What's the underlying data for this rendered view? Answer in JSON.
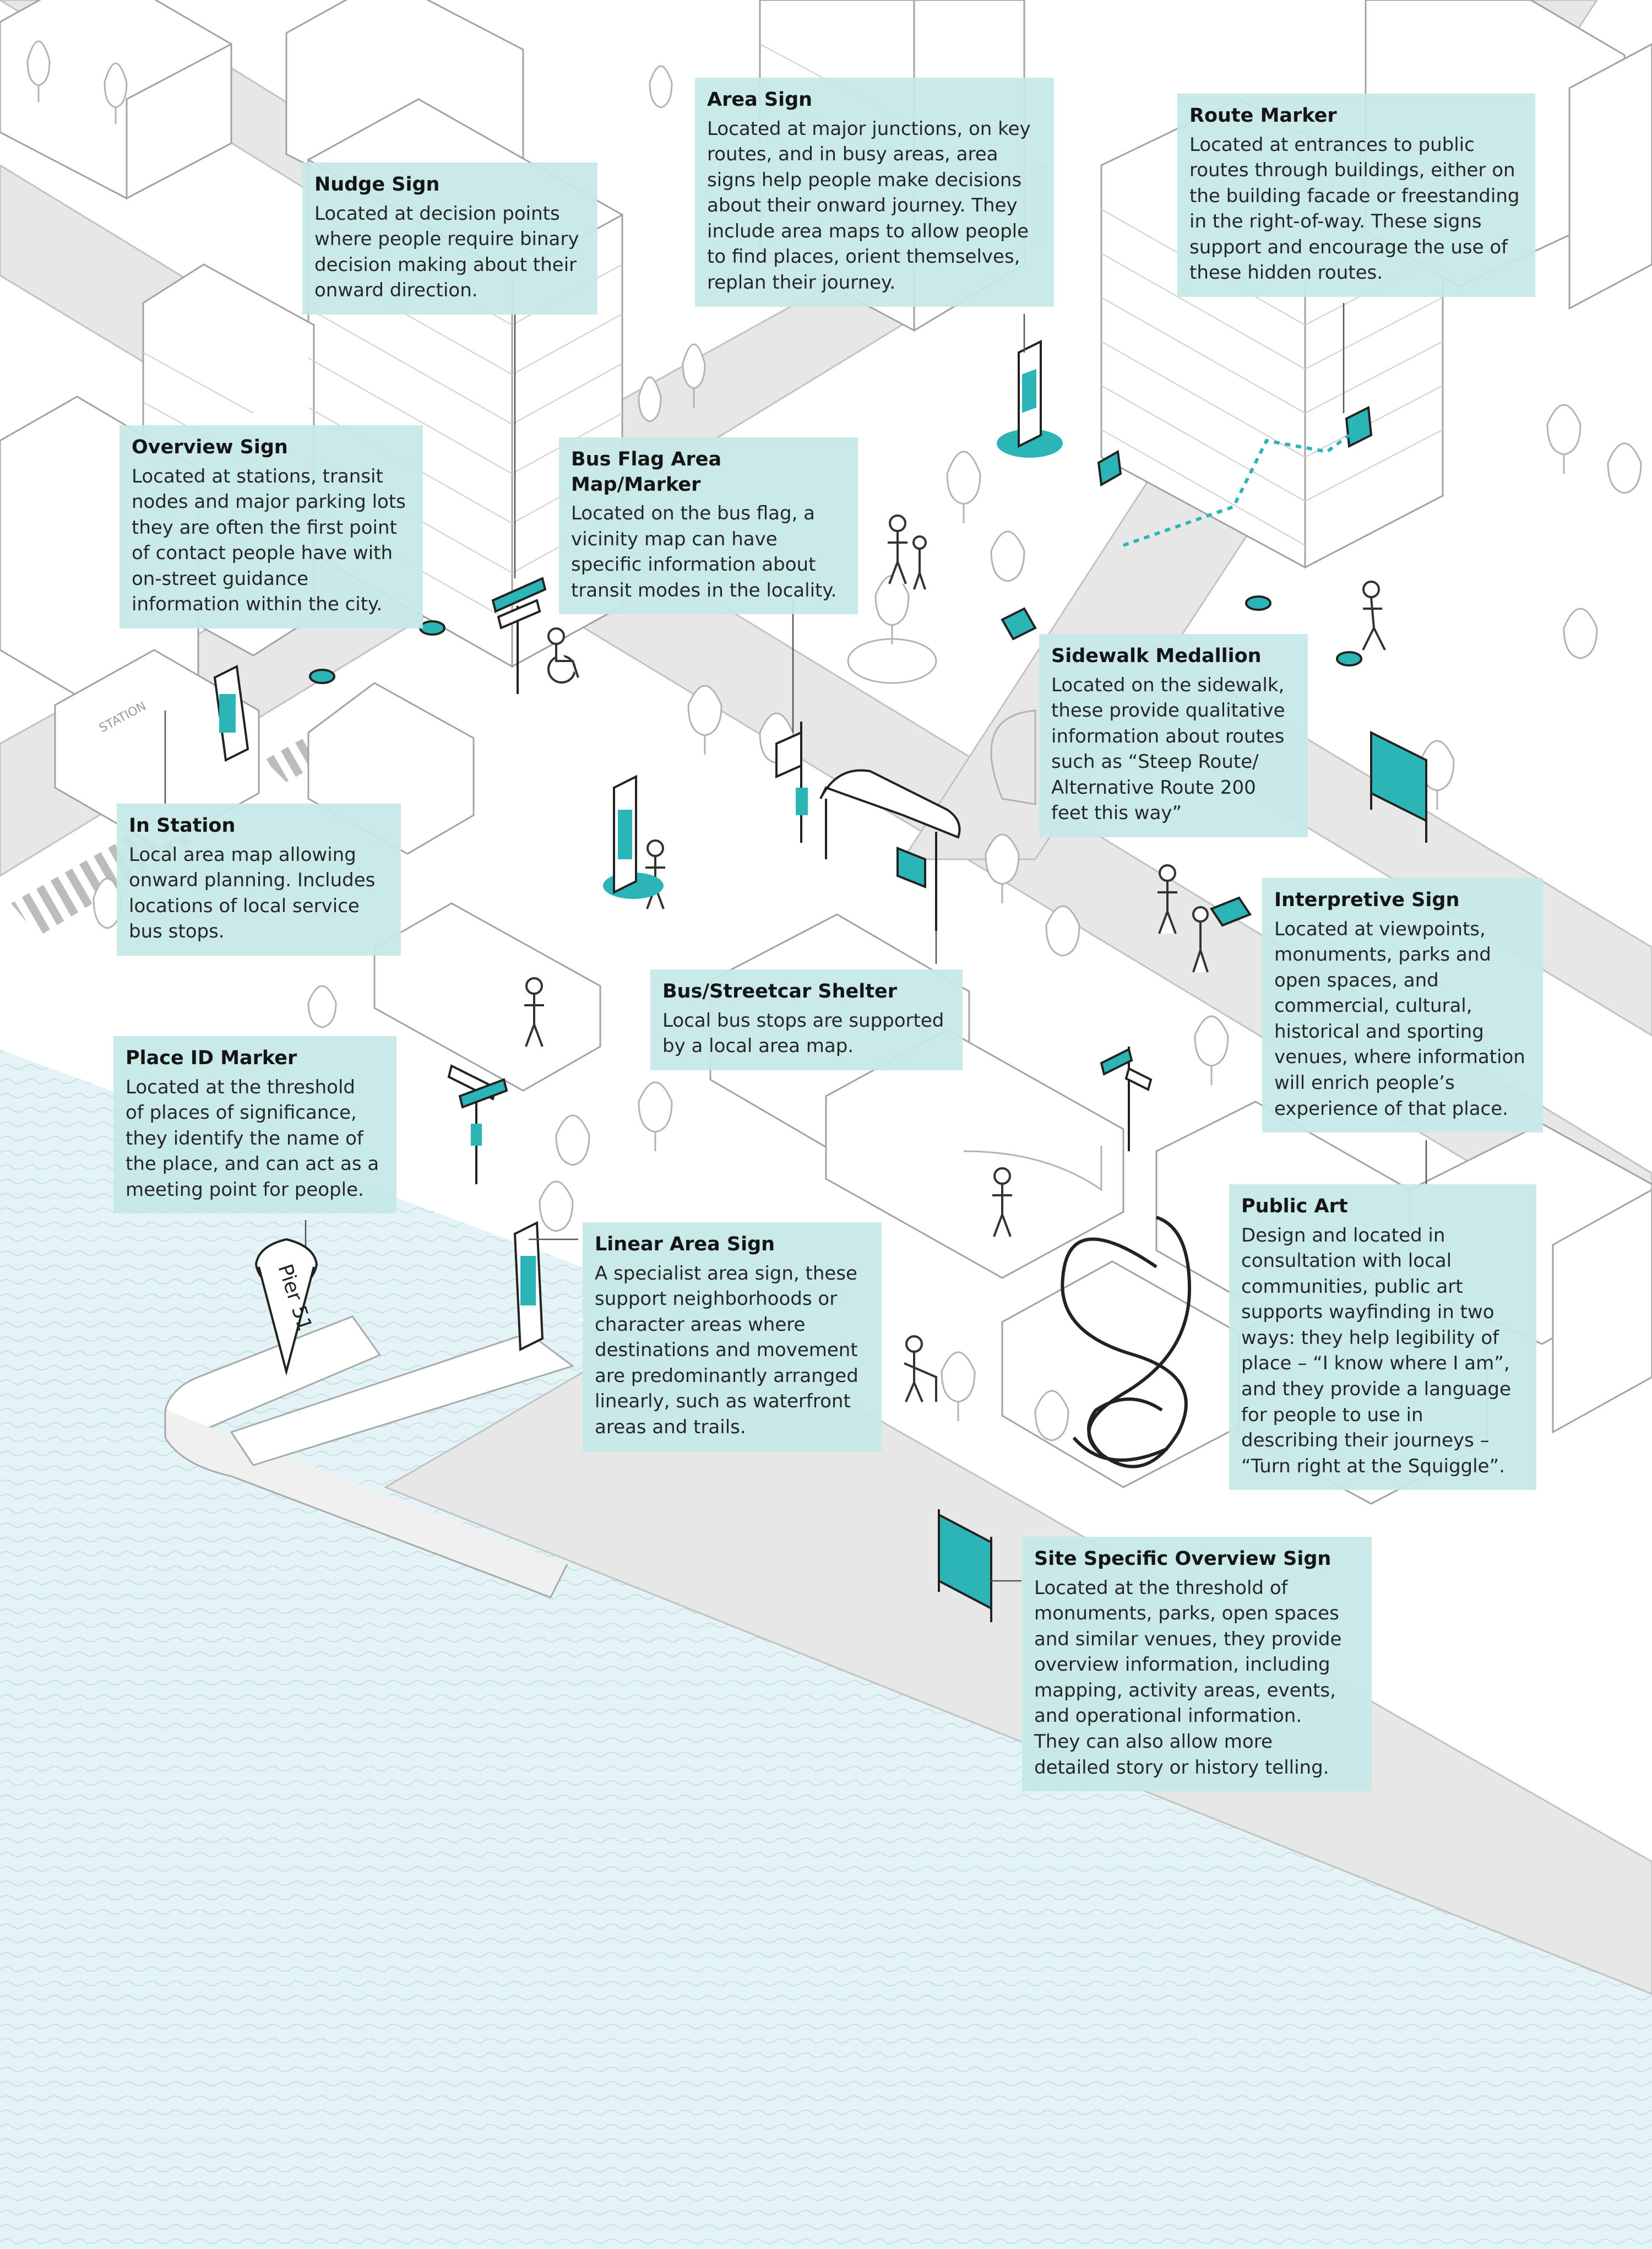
{
  "colors": {
    "accent": "#2bb5b6",
    "callout_bg": "#c6e7e7",
    "water": "#e3f3f5",
    "road": "#e6e6e6",
    "line": "#bdbdbd"
  },
  "pier_label": "Pier 51",
  "station_label": "STATION",
  "callouts": {
    "nudge_sign": {
      "title": "Nudge Sign",
      "body": "Located at decision points\nwhere people require binary\ndecision making about their\nonward direction."
    },
    "area_sign": {
      "title": "Area Sign",
      "body": "Located at major junctions, on key\nroutes, and in busy areas, area\nsigns help people make decisions\nabout their onward journey. They\ninclude area maps to allow people\nto find places, orient themselves,\nreplan their journey."
    },
    "route_marker": {
      "title": "Route Marker",
      "body": "Located at entrances to public\nroutes through buildings, either on\nthe building facade or freestanding\nin the right-of-way. These signs\nsupport and encourage the use of\nthese hidden routes."
    },
    "overview_sign": {
      "title": "Overview Sign",
      "body": "Located at stations, transit\nnodes and major parking lots\nthey are often the first point\nof contact people have with\non-street guidance\ninformation within the city."
    },
    "bus_flag": {
      "title": "Bus Flag Area Map/Marker",
      "body": "Located on the bus flag, a\nvicinity map can have\nspecific information about\ntransit modes in the locality."
    },
    "sidewalk_medallion": {
      "title": "Sidewalk Medallion",
      "body": "Located on the sidewalk,\nthese provide qualitative\ninformation about routes\nsuch as “Steep Route/\nAlternative Route 200\nfeet this way”"
    },
    "in_station": {
      "title": "In Station",
      "body": "Local area map allowing\nonward planning. Includes\nlocations of local service\nbus stops."
    },
    "interpretive_sign": {
      "title": "Interpretive Sign",
      "body": "Located at viewpoints,\nmonuments, parks and\nopen spaces, and\ncommercial, cultural,\nhistorical and sporting\nvenues, where information\nwill enrich people’s\nexperience of that place."
    },
    "bus_shelter": {
      "title": "Bus/Streetcar Shelter",
      "body": "Local bus stops are supported\nby a local area map."
    },
    "place_id_marker": {
      "title": "Place ID Marker",
      "body": "Located at the threshold\nof places of significance,\nthey identify the name of\nthe place, and can act as a\nmeeting point for people."
    },
    "public_art": {
      "title": "Public Art",
      "body": "Design and located in\nconsultation with local\ncommunities, public art\nsupports wayfinding in two\nways: they help legibility of\nplace – “I know where I am”,\nand they provide a language\nfor people to use in\ndescribing their journeys –\n“Turn right at the Squiggle”."
    },
    "linear_area_sign": {
      "title": "Linear Area Sign",
      "body": "A specialist area sign, these\nsupport  neighborhoods or\ncharacter areas where\ndestinations and movement\nare predominantly arranged\nlinearly, such as waterfront\nareas and trails."
    },
    "site_specific_overview": {
      "title": "Site Specific Overview Sign",
      "body": "Located at the threshold of\nmonuments, parks,  open spaces\nand similar venues, they provide\noverview information, including\nmapping, activity areas, events,\nand operational information.\nThey can also allow more\ndetailed story or history telling."
    }
  }
}
